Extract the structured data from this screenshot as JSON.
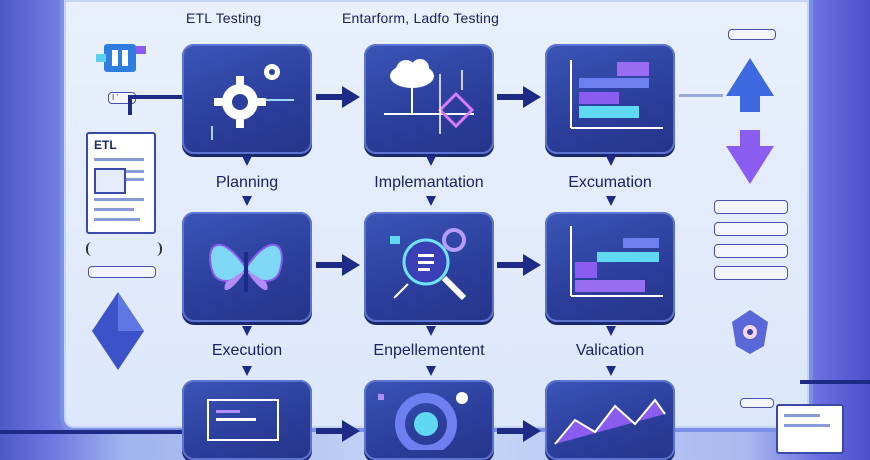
{
  "header": {
    "left": "ETL Testing",
    "right": "Entarform, Ladfo Testing"
  },
  "sidebar_left": {
    "badge": "ETL",
    "top_tag": "I ' "
  },
  "stages": {
    "row1": [
      "Planning",
      "Implemantation",
      "Excumation"
    ],
    "row2": [
      "Execution",
      "Enpellementent",
      "Valication"
    ]
  },
  "colors": {
    "tile": "#2c3f9c",
    "accent_purple": "#8a5cf0",
    "accent_cyan": "#5fd9f2",
    "arrow": "#1e2b86"
  }
}
